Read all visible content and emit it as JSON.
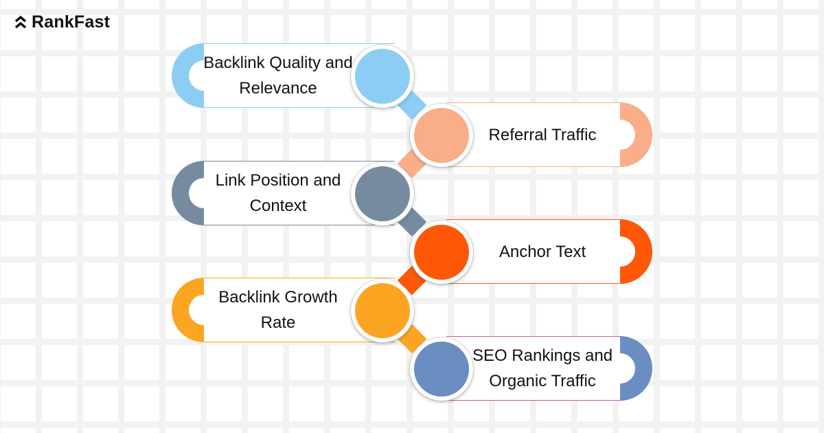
{
  "brand": {
    "name": "RankFast",
    "icon": "double-chevron-up-icon"
  },
  "items": [
    {
      "label": "Backlink Quality and Relevance",
      "color": "#8ccdf3",
      "border": "#8ccdf3"
    },
    {
      "label": "Referral Traffic",
      "color": "#f9ad89",
      "border": "#f9ad89"
    },
    {
      "label": "Link Position and Context",
      "color": "#768ba0",
      "border": "#768ba0"
    },
    {
      "label": "Anchor Text",
      "color": "#fe5708",
      "border": "#fe5708"
    },
    {
      "label": "Backlink Growth Rate",
      "color": "#fba523",
      "border": "#fba523"
    },
    {
      "label": "SEO Rankings and Organic Traffic",
      "color": "#6a8ec2",
      "border": "#d94fa6"
    }
  ]
}
